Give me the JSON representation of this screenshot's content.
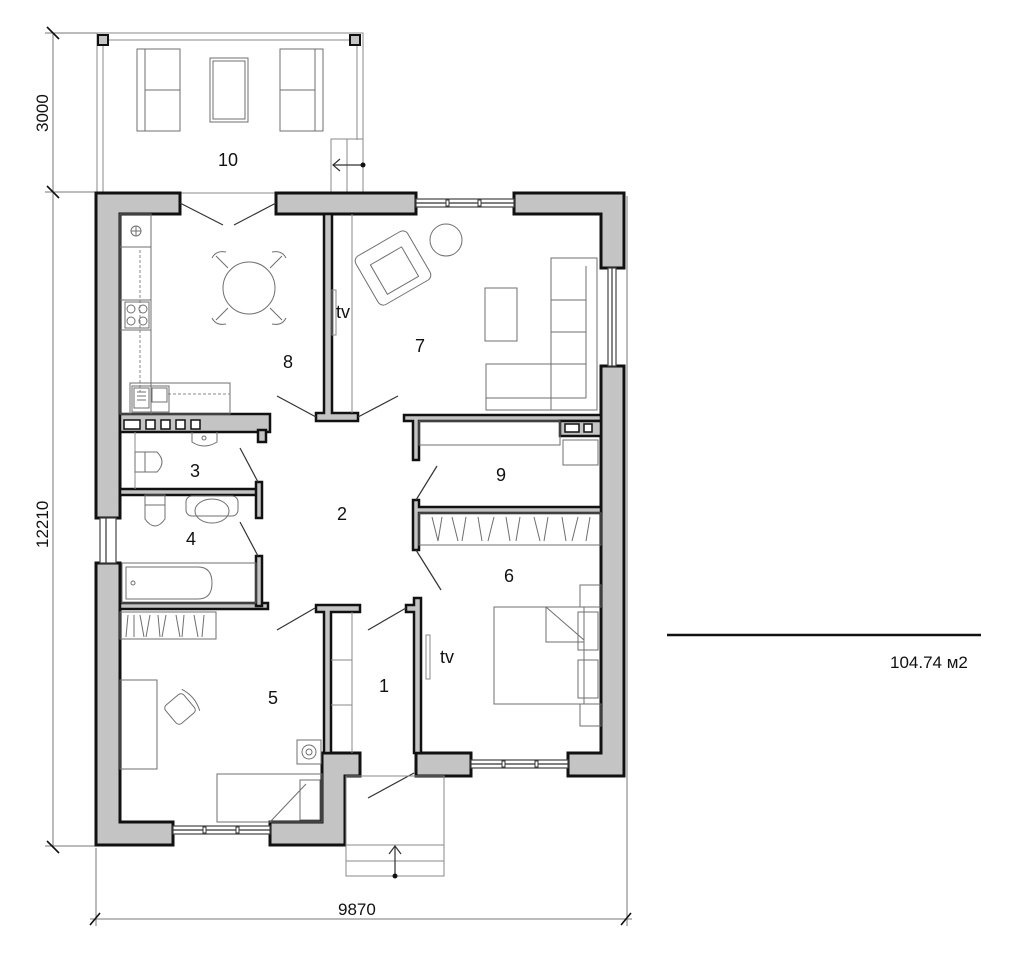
{
  "plan": {
    "rooms": [
      {
        "id": "1",
        "label": "1"
      },
      {
        "id": "2",
        "label": "2"
      },
      {
        "id": "3",
        "label": "3"
      },
      {
        "id": "4",
        "label": "4"
      },
      {
        "id": "5",
        "label": "5"
      },
      {
        "id": "6",
        "label": "6"
      },
      {
        "id": "7",
        "label": "7"
      },
      {
        "id": "8",
        "label": "8"
      },
      {
        "id": "9",
        "label": "9"
      },
      {
        "id": "10",
        "label": "10"
      }
    ],
    "tv_labels": [
      "tv",
      "tv"
    ],
    "dimensions": {
      "terrace_depth": "3000",
      "house_depth": "12210",
      "house_width": "9870"
    },
    "total_area": "104.74 м2",
    "colors": {
      "wall_fill": "#c4c4c4",
      "wall_stroke": "#111111",
      "furniture_stroke": "#6f6f6f",
      "background": "#ffffff"
    }
  }
}
